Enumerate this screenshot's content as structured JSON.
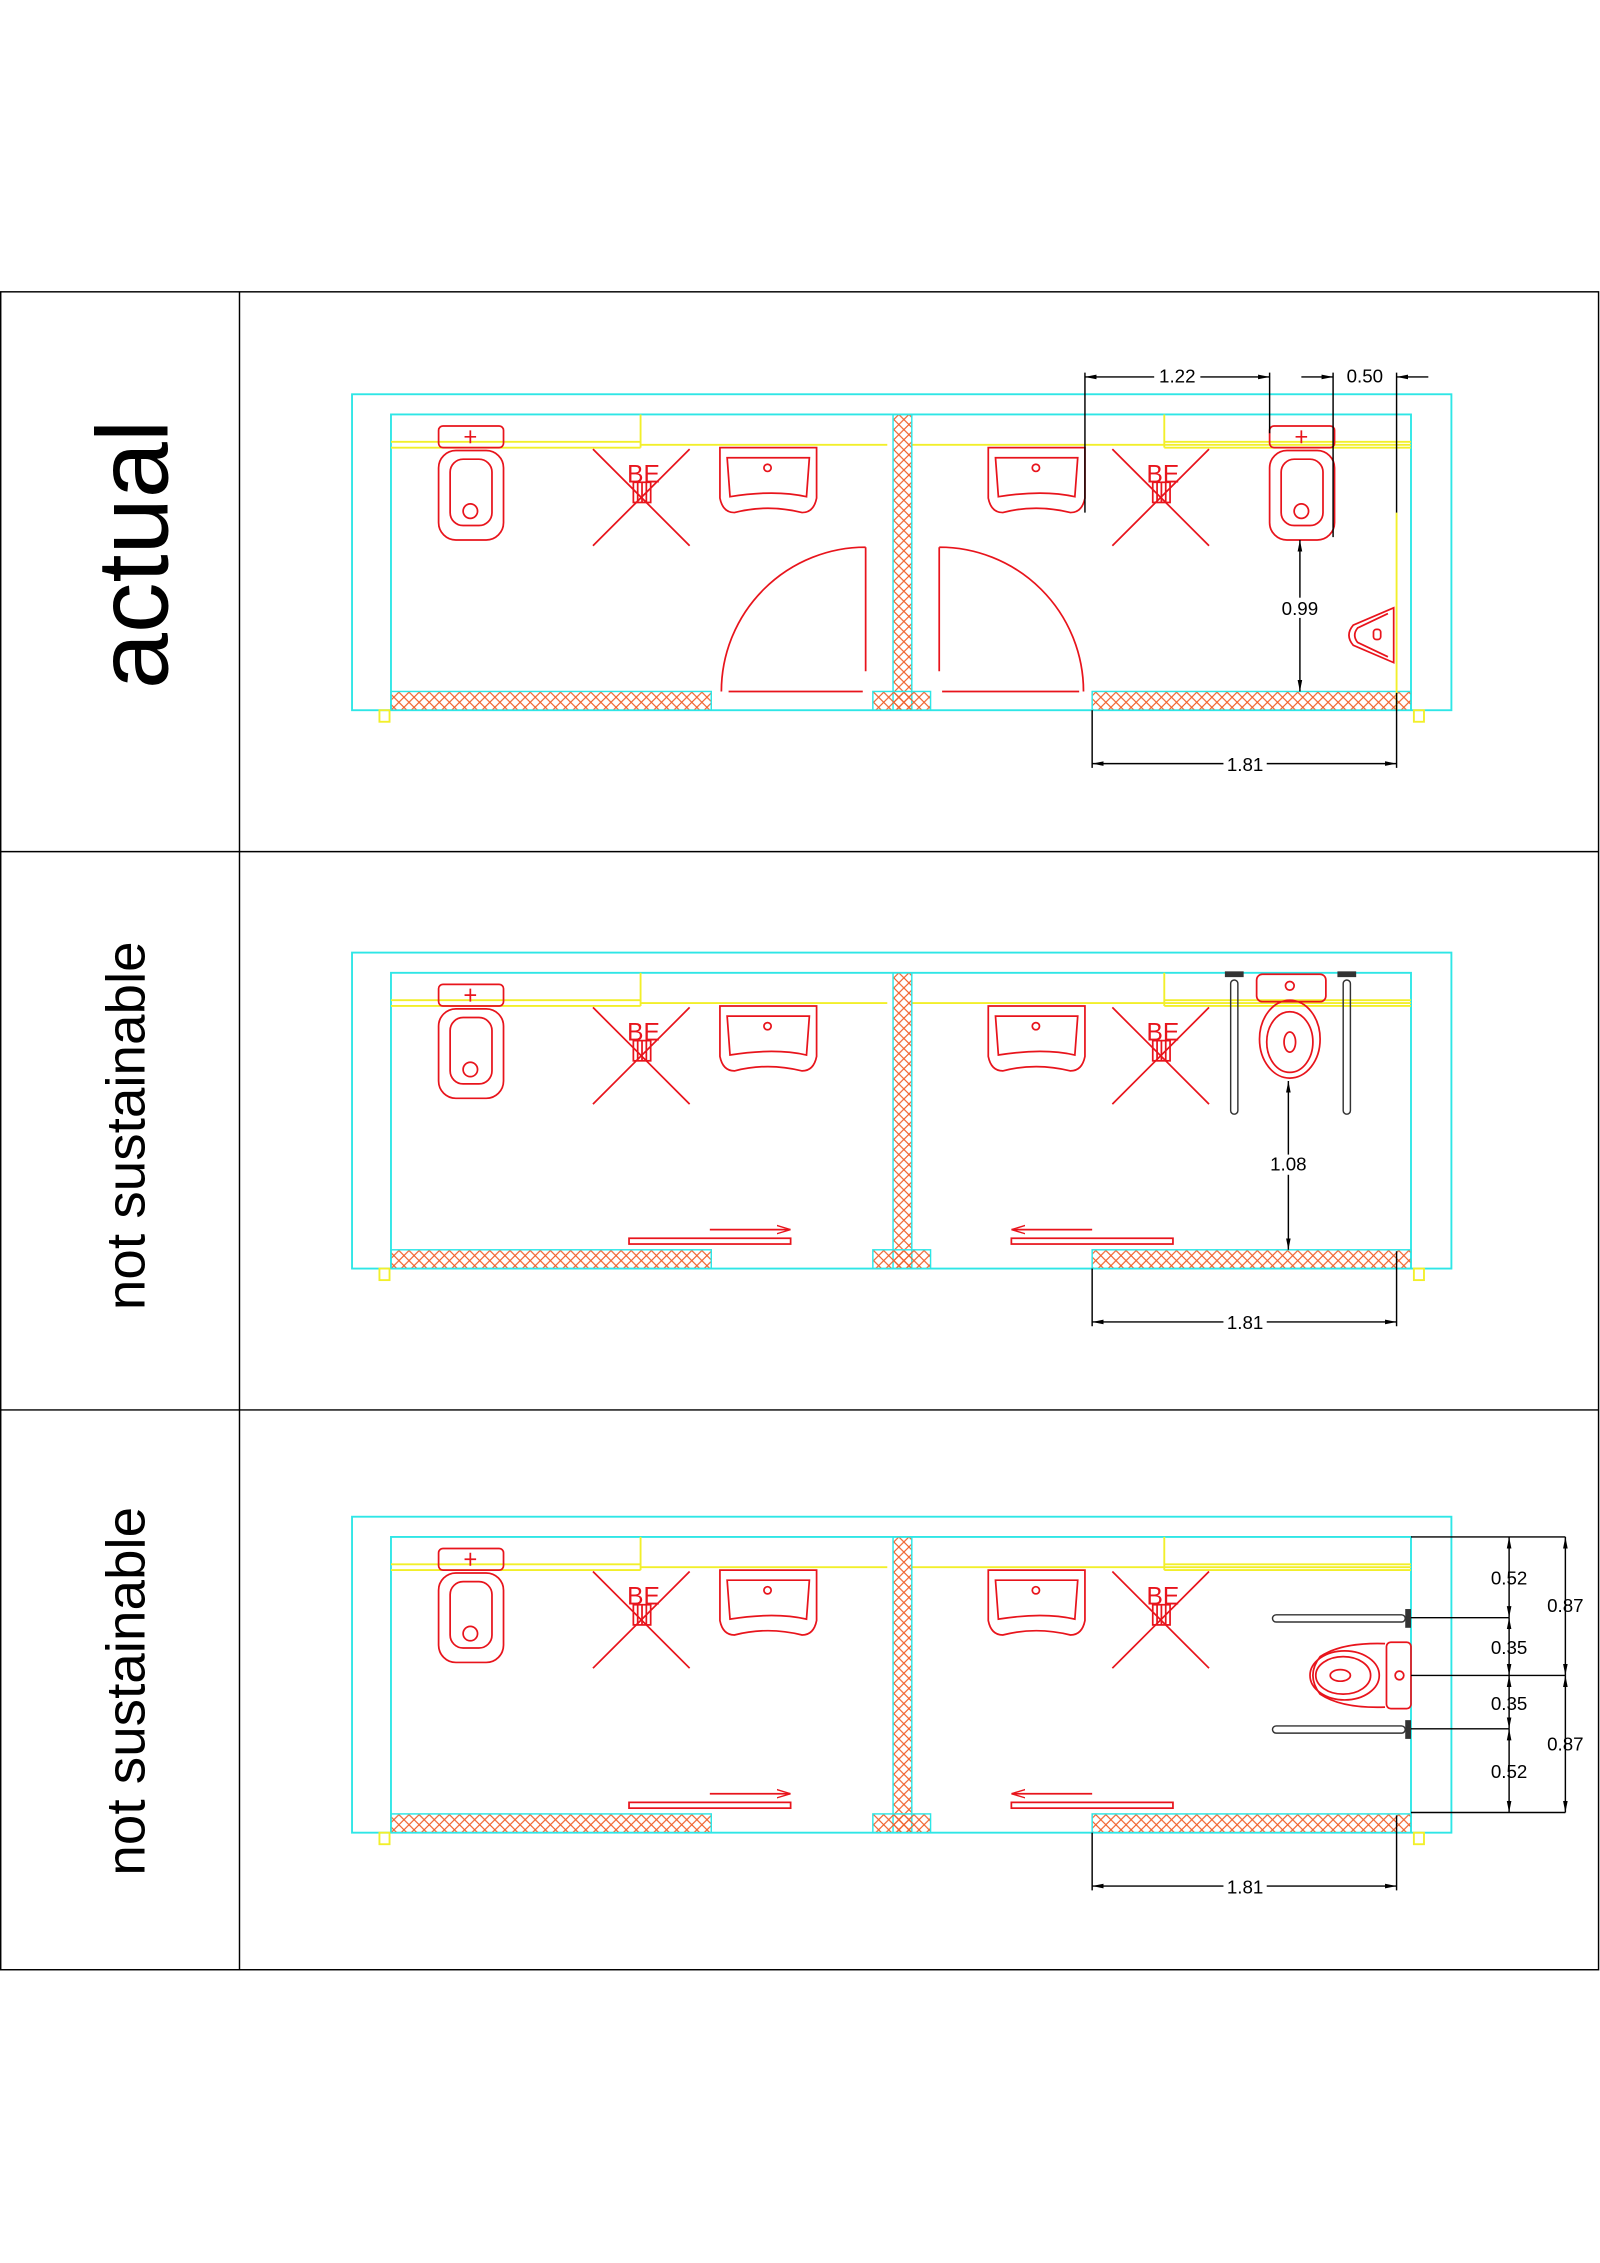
{
  "colors": {
    "wall_outline": "#2ee6e6",
    "counter": "#f2ef2a",
    "fixtures": "#e8141c",
    "dimensions": "#000000"
  },
  "fixture_label": "BE",
  "rows": [
    {
      "label": "actual",
      "dims": {
        "d122": "1.22",
        "d050": "0.50",
        "d099": "0.99",
        "d181": "1.81"
      }
    },
    {
      "label": "not sustainable",
      "dims": {
        "d108": "1.08",
        "d181": "1.81"
      }
    },
    {
      "label": "not sustainable",
      "dims": {
        "a052": "0.52",
        "a035": "0.35",
        "b035": "0.35",
        "b052": "0.52",
        "a087": "0.87",
        "b087": "0.87",
        "d181": "1.81"
      }
    }
  ]
}
